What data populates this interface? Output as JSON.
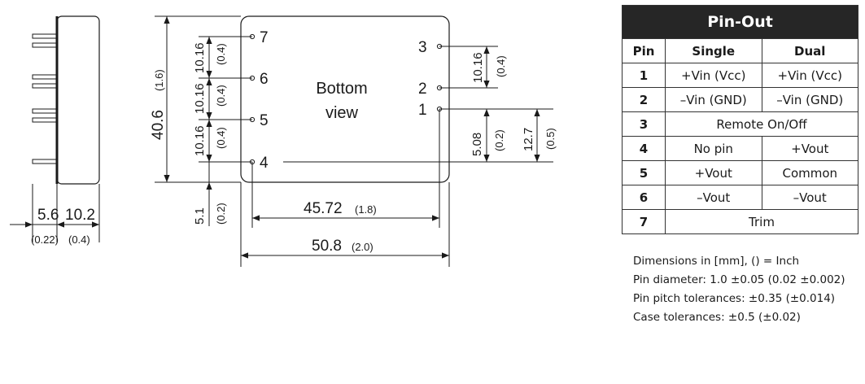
{
  "side_view": {
    "dim_thickness_mm": "5.6",
    "dim_thickness_in": "(0.22)",
    "dim_depth_mm": "10.2",
    "dim_depth_in": "(0.4)"
  },
  "bottom_view": {
    "label_line1": "Bottom",
    "label_line2": "view",
    "pins_left": [
      "7",
      "6",
      "5",
      "4"
    ],
    "pins_right": [
      "3",
      "2",
      "1"
    ],
    "dim_height_mm": "40.6",
    "dim_height_in": "(1.6)",
    "dim_pitch_mm": "10.16",
    "dim_pitch_in": "(0.4)",
    "dim_pin4_offset_mm": "5.1",
    "dim_pin4_offset_in": "(0.2)",
    "dim_pin_span_mm": "45.72",
    "dim_pin_span_in": "(1.8)",
    "dim_width_mm": "50.8",
    "dim_width_in": "(2.0)",
    "dim_pin1_offset_mm": "5.08",
    "dim_pin1_offset_in": "(0.2)",
    "dim_pin1_height_mm": "12.7",
    "dim_pin1_height_in": "(0.5)"
  },
  "pinout": {
    "title": "Pin-Out",
    "headers": {
      "pin": "Pin",
      "single": "Single",
      "dual": "Dual"
    },
    "rows": [
      {
        "pin": "1",
        "single": "+Vin (Vcc)",
        "dual": "+Vin (Vcc)"
      },
      {
        "pin": "2",
        "single": "–Vin (GND)",
        "dual": "–Vin (GND)"
      },
      {
        "pin": "3",
        "merged": "Remote On/Off"
      },
      {
        "pin": "4",
        "single": "No pin",
        "dual": "+Vout"
      },
      {
        "pin": "5",
        "single": "+Vout",
        "dual": "Common"
      },
      {
        "pin": "6",
        "single": "–Vout",
        "dual": "–Vout"
      },
      {
        "pin": "7",
        "merged": "Trim"
      }
    ]
  },
  "notes": [
    "Dimensions in [mm], () = Inch",
    "Pin diameter: 1.0 ±0.05 (0.02 ±0.002)",
    "Pin pitch tolerances: ±0.35 (±0.014)",
    "Case tolerances:  ±0.5 (±0.02)"
  ]
}
